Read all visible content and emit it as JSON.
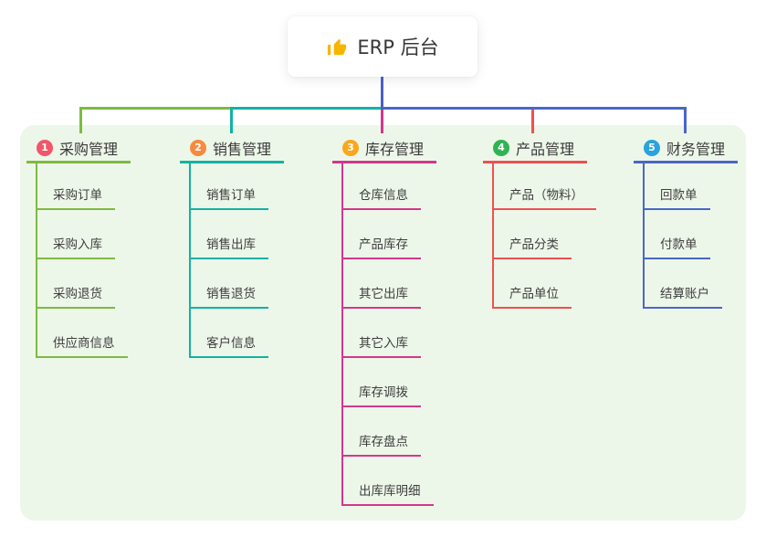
{
  "root": {
    "title": "ERP 后台",
    "icon": "thumbs-up-icon"
  },
  "branches": [
    {
      "badge": "1",
      "title": "采购管理",
      "badge_color": "#f2566a",
      "line_color": "#7dbb40",
      "children": [
        "采购订单",
        "采购入库",
        "采购退货",
        "供应商信息"
      ]
    },
    {
      "badge": "2",
      "title": "销售管理",
      "badge_color": "#f68b3e",
      "line_color": "#13b2a2",
      "children": [
        "销售订单",
        "销售出库",
        "销售退货",
        "客户信息"
      ]
    },
    {
      "badge": "3",
      "title": "库存管理",
      "badge_color": "#f9a71c",
      "line_color": "#d4378c",
      "children": [
        "仓库信息",
        "产品库存",
        "其它出库",
        "其它入库",
        "库存调拨",
        "库存盘点",
        "出库库明细"
      ]
    },
    {
      "badge": "4",
      "title": "产品管理",
      "badge_color": "#30b353",
      "line_color": "#ef5050",
      "children": [
        "产品（物料）",
        "产品分类",
        "产品单位"
      ]
    },
    {
      "badge": "5",
      "title": "财务管理",
      "badge_color": "#2ba3dc",
      "line_color": "#4a66c9",
      "children": [
        "回款单",
        "付款单",
        "结算账户"
      ]
    }
  ],
  "colors": {
    "panel_bg": "#edf7e9",
    "trunk": "#4a5fc4",
    "card_bg": "#ffffff",
    "text": "#3a3a3a",
    "icon_yellow": "#f7b500"
  }
}
